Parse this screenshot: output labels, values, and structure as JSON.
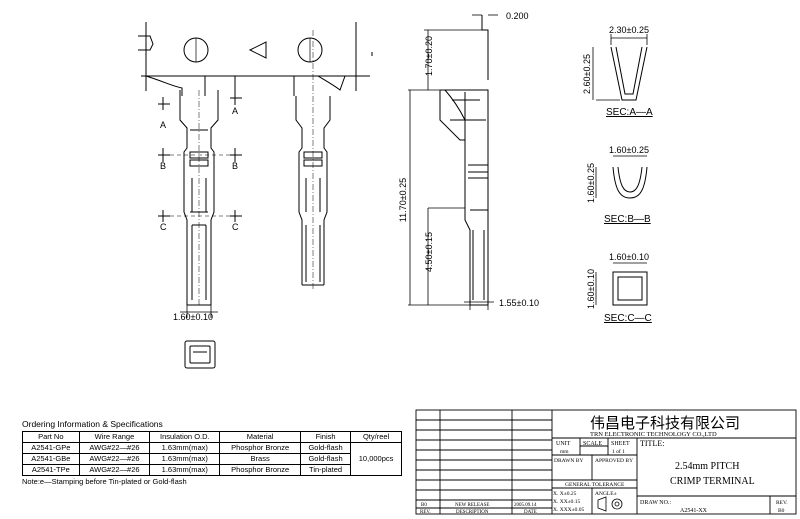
{
  "dimensions": {
    "top_thickness": "0.200",
    "height_1": "1.70±0.20",
    "height_total": "11.70±0.25",
    "height_2": "4.50±0.15",
    "bottom_width": "1.55±0.10",
    "front_width": "1.60±0.10"
  },
  "section_labels": {
    "a": "A",
    "b": "B",
    "c": "C"
  },
  "sections": [
    {
      "name": "SEC:A—A",
      "width": "2.30±0.25",
      "height": "2.60±0.25"
    },
    {
      "name": "SEC:B—B",
      "width": "1.60±0.25",
      "height": "1.60±0.25"
    },
    {
      "name": "SEC:C—C",
      "width": "1.60±0.10",
      "height": "1.60±0.10"
    }
  ],
  "spec": {
    "caption": "Ordering Information & Specifications",
    "headers": [
      "Part No",
      "Wire Range",
      "Insulation O.D.",
      "Material",
      "Finish",
      "Qty/reel"
    ],
    "rows": [
      [
        "A2541-GPe",
        "AWG#22—#26",
        "1.63mm(max)",
        "Phosphor Bronze",
        "Gold-flash"
      ],
      [
        "A2541-GBe",
        "AWG#22—#26",
        "1.63mm(max)",
        "Brass",
        "Gold-flash"
      ],
      [
        "A2541-TPe",
        "AWG#22—#26",
        "1.63mm(max)",
        "Phosphor Bronze",
        "Tin-plated"
      ]
    ],
    "qty": "10,000pcs",
    "note": "Note:e—Stamping before Tin-plated or Gold-flash"
  },
  "title_block": {
    "company_cn": "伟昌电子科技有限公司",
    "company_en": "TRN ELECTRONIC TECHNOLOGY CO.,LTD",
    "unit_label": "UNIT",
    "unit_value": "mm",
    "scale_label": "SCALE",
    "sheet_label": "SHEET",
    "sheet_value": "1 of 1",
    "title_label": "TITLE:",
    "title_line1": "2.54mm PITCH",
    "title_line2": "CRIMP TERMINAL",
    "drawn_by": "DRAWN BY",
    "approved_by": "APPROVED BY",
    "general_tolerance": "GENERAL TOLERANCE",
    "tol1": "X. X±0.25",
    "tol2": "X. XX±0.15",
    "tol3": "X. XXX±0.05",
    "angle": "ANGLE±",
    "draw_no_label": "DRAW NO.:",
    "draw_no": "A2541-XX",
    "rev_label": "REV.",
    "rev_value": "B0",
    "rev_col": "REV.",
    "desc_col": "DESCRIPTION",
    "date_col": "DATE",
    "rev_entry": "B0",
    "desc_entry": "NEW RELEASE",
    "date_entry": "2005.09.14"
  }
}
